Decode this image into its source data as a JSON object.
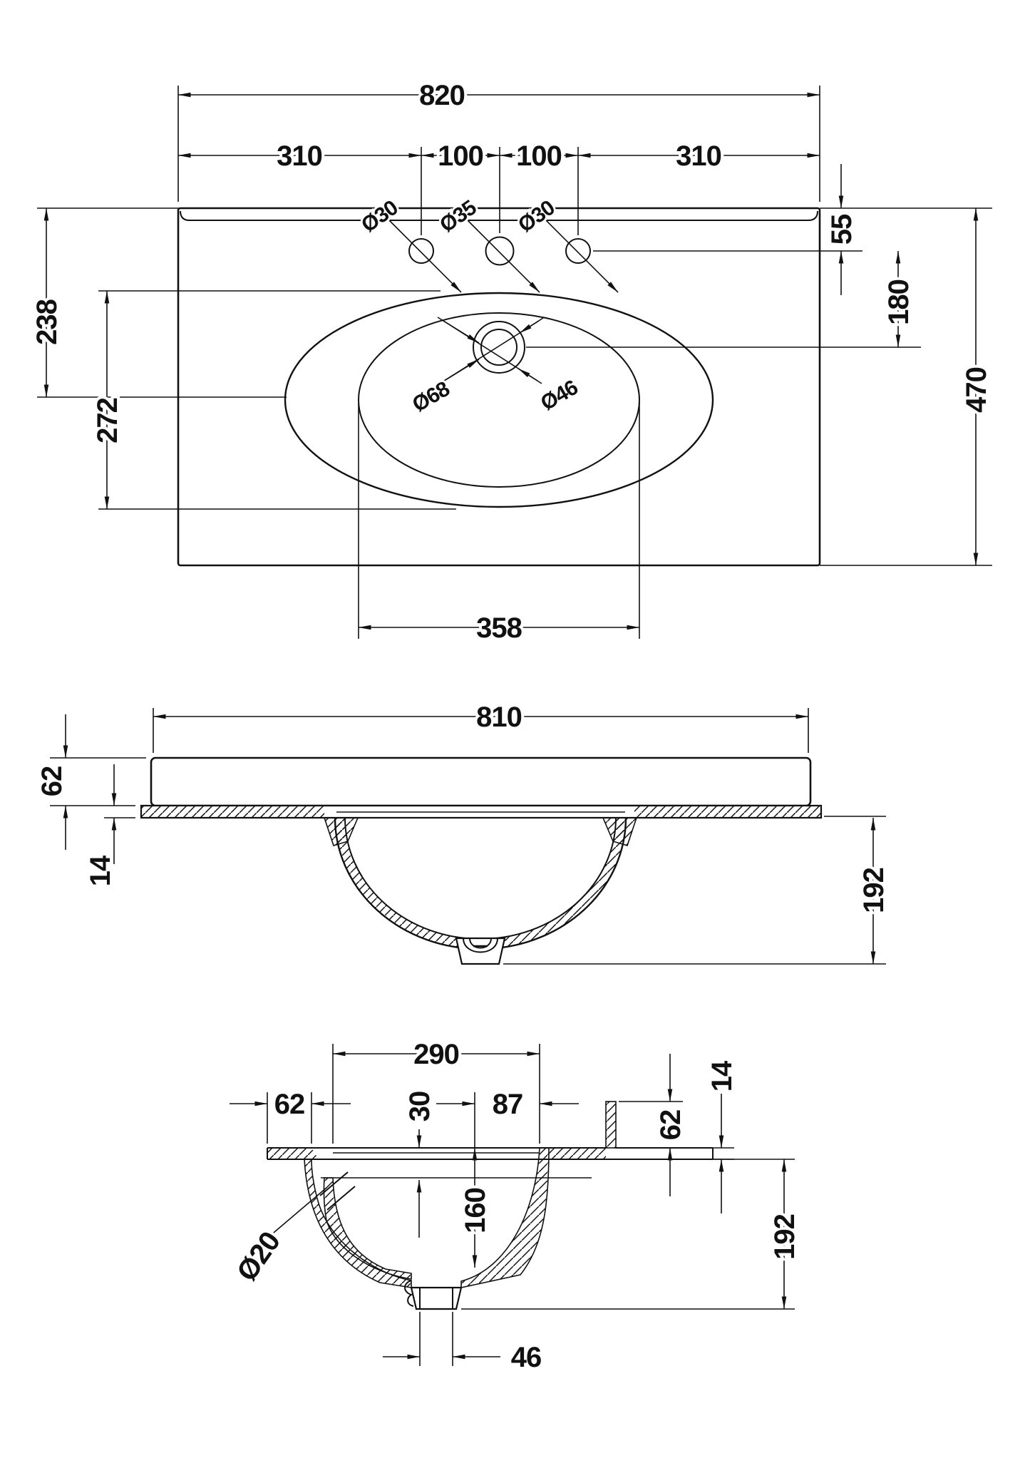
{
  "canvas": {
    "background": "#ffffff",
    "line_color": "#111111"
  },
  "views": {
    "plan": {
      "dims": {
        "overall_width": "820",
        "left_span": "310",
        "hole_spacing_left": "100",
        "hole_spacing_right": "100",
        "right_span": "310",
        "edge_to_tapholes": "55",
        "tapholes_to_drain": "180",
        "overall_depth": "470",
        "edge_to_bowl_center": "238",
        "bowl_outer_depth": "272",
        "cutout_width": "358"
      },
      "labels": {
        "taphole_left": "Ø30",
        "taphole_center": "Ø35",
        "taphole_right": "Ø30",
        "drain_outer": "Ø68",
        "drain_inner": "Ø46"
      }
    },
    "front": {
      "dims": {
        "width": "810",
        "top_thickness": "62",
        "lip_thickness": "14",
        "bowl_depth": "192"
      }
    },
    "section": {
      "dims": {
        "opening_depth": "290",
        "front_rim": "62",
        "rim_step": "30",
        "center_to_back": "87",
        "upstand_height": "62",
        "lip_thickness": "14",
        "bowl_inner_depth": "160",
        "overall_drop": "192",
        "waste_hole": "46"
      },
      "labels": {
        "overflow_channel": "Ø20"
      }
    }
  }
}
